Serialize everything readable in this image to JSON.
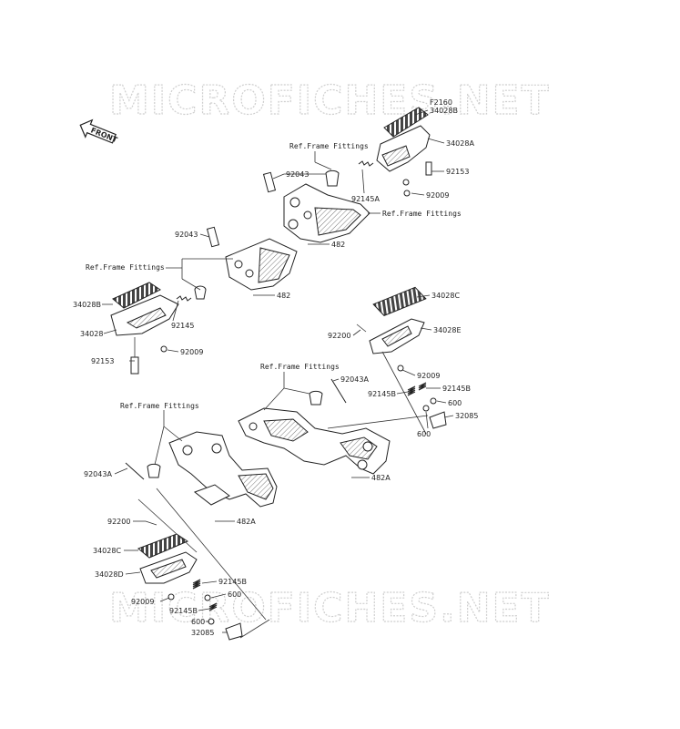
{
  "watermark_text": "MICROFICHES.NET",
  "front_label": "FRONT",
  "figure_code": "F2160",
  "labels": {
    "p34028B_top": "34028B",
    "p34028A": "34028A",
    "p92153_top": "92153",
    "p92009_top": "92009",
    "p92043_top": "92043",
    "p92145A": "92145A",
    "ref_top1": "Ref.Frame Fittings",
    "ref_top2": "Ref.Frame Fittings",
    "p482_top": "482",
    "p92043_mid": "92043",
    "ref_left": "Ref.Frame Fittings",
    "p482_mid": "482",
    "p34028B_left": "34028B",
    "p34028_left": "34028",
    "p92145_left": "92145",
    "p92009_left": "92009",
    "p92153_left": "92153",
    "p34028C_right": "34028C",
    "p92200_right": "92200",
    "p34028E": "34028E",
    "ref_center": "Ref.Frame Fittings",
    "p92043A_right": "92043A",
    "p92009_right": "92009",
    "p92145B_r1": "92145B",
    "p92145B_r2": "92145B",
    "p600_r1": "600",
    "p32085_right": "32085",
    "p600_r2": "600",
    "ref_lower": "Ref.Frame Fittings",
    "p482A_right": "482A",
    "p92043A_left": "92043A",
    "p482A_left": "482A",
    "p92200_left": "92200",
    "p34028C_left": "34028C",
    "p34028D": "34028D",
    "p92145B_l1": "92145B",
    "p600_l1": "600",
    "p92009_bottom": "92009",
    "p92145B_l2": "92145B",
    "p600_l2": "600",
    "p32085_left": "32085"
  }
}
